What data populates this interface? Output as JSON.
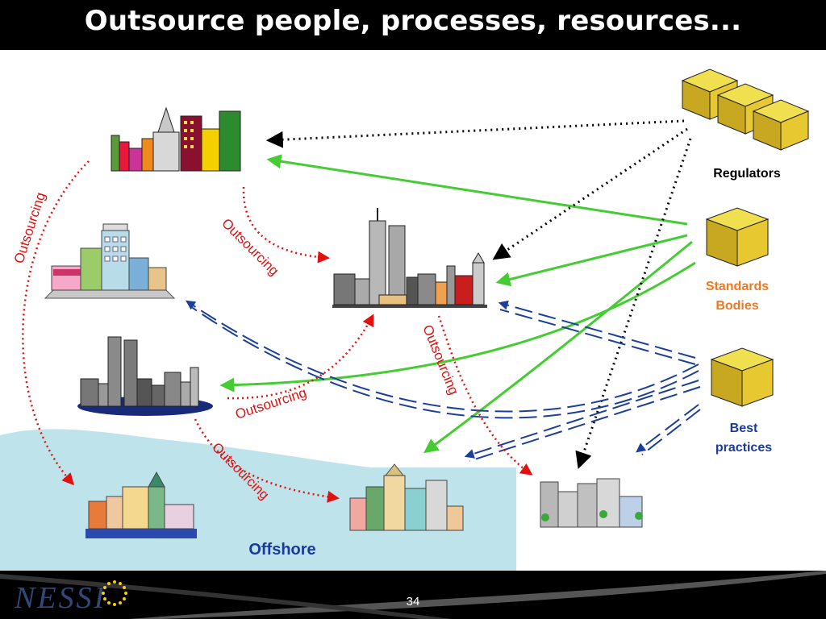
{
  "slide": {
    "title": "Outsource people, processes, resources...",
    "page_number": "34"
  },
  "labels": {
    "regulators": "Regulators",
    "standards_line1": "Standards",
    "standards_line2": "Bodies",
    "best_line1": "Best",
    "best_line2": "practices",
    "offshore": "Offshore",
    "outsourcing": "Outsourcing"
  },
  "colors": {
    "outsourcing_red": "#e31010",
    "standards_orange": "#f07820",
    "blue_text": "#1a3a9c",
    "offshore_water": "#bfe3ea",
    "green_arrow": "#44cc33",
    "blue_dashed": "#1c3f9a"
  },
  "logo": {
    "text": "NESSI"
  }
}
